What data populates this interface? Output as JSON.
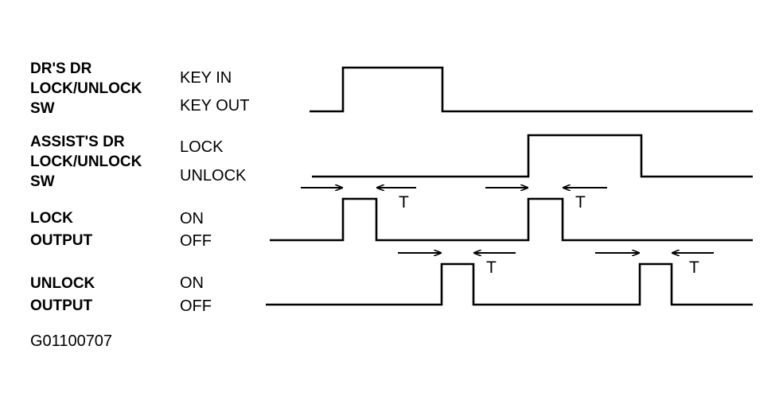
{
  "signals": [
    {
      "name_lines": [
        "DR'S DR",
        "LOCK/UNLOCK",
        "SW"
      ],
      "high_label": "KEY IN",
      "low_label": "KEY OUT"
    },
    {
      "name_lines": [
        "ASSIST'S DR",
        "LOCK/UNLOCK",
        "SW"
      ],
      "high_label": "LOCK",
      "low_label": "UNLOCK"
    },
    {
      "name_lines": [
        "LOCK",
        "OUTPUT"
      ],
      "high_label": "ON",
      "low_label": "OFF"
    },
    {
      "name_lines": [
        "UNLOCK",
        "OUTPUT"
      ],
      "high_label": "ON",
      "low_label": "OFF"
    }
  ],
  "delay_label": "T",
  "figure_id": "G01100707"
}
